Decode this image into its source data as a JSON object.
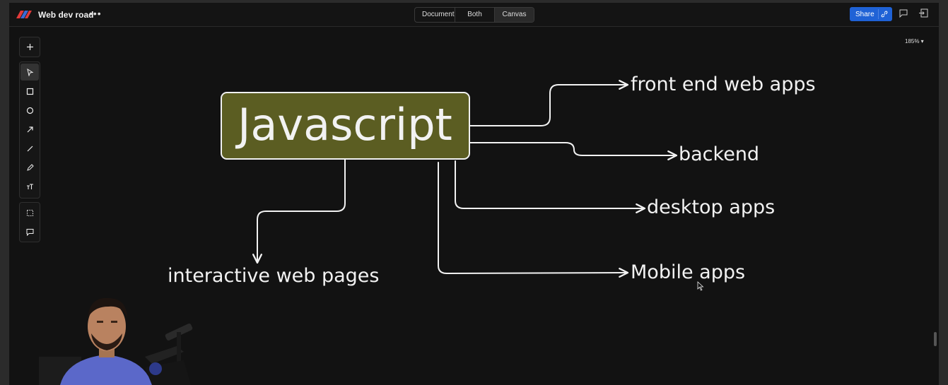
{
  "app": {
    "file_title": "Web dev road",
    "more_icon": "ellipsis-icon"
  },
  "view_switch": {
    "options": [
      "Document",
      "Both",
      "Canvas"
    ],
    "selected": "Canvas"
  },
  "share": {
    "label": "Share",
    "icon": "link-icon"
  },
  "zoom": {
    "label": "185% ▾",
    "value_percent": 185
  },
  "toolbar": {
    "tools": [
      {
        "name": "add",
        "icon": "plus-icon"
      },
      {
        "name": "select",
        "icon": "pointer-icon",
        "active": true
      },
      {
        "name": "rectangle",
        "icon": "square-icon"
      },
      {
        "name": "ellipse",
        "icon": "circle-icon"
      },
      {
        "name": "arrow",
        "icon": "arrow-icon"
      },
      {
        "name": "line",
        "icon": "line-icon"
      },
      {
        "name": "draw",
        "icon": "pencil-icon"
      },
      {
        "name": "text",
        "icon": "text-icon"
      },
      {
        "name": "frame",
        "icon": "frame-icon"
      },
      {
        "name": "comment",
        "icon": "comment-icon"
      }
    ]
  },
  "canvas": {
    "central_node": "Javascript",
    "central_node_color": "#5b5d22",
    "branches": [
      "front end web apps",
      "backend",
      "desktop apps",
      "Mobile apps",
      "interactive web pages"
    ]
  },
  "colors": {
    "accent": "#1f62d6",
    "background": "#121212"
  }
}
